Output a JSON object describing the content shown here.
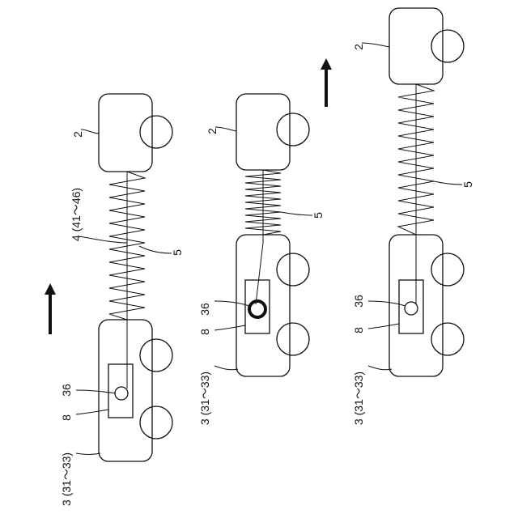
{
  "figure": {
    "panels": [
      {
        "id": "panel-a",
        "state": "extended",
        "labels": {
          "vehicle_front": "2",
          "vehicle_rear": "3 (31～33)",
          "wire": "4 (41～46)",
          "spring": "5",
          "ring": "36",
          "sensor": "8"
        }
      },
      {
        "id": "panel-b",
        "state": "compressed",
        "labels": {
          "vehicle_front": "2",
          "vehicle_rear": "3 (31～33)",
          "spring": "5",
          "ring": "36",
          "sensor": "8"
        }
      },
      {
        "id": "panel-c",
        "state": "extended",
        "labels": {
          "vehicle_front": "2",
          "vehicle_rear": "3 (31～33)",
          "spring": "5",
          "ring": "36",
          "sensor": "8"
        }
      }
    ],
    "direction": "up"
  }
}
